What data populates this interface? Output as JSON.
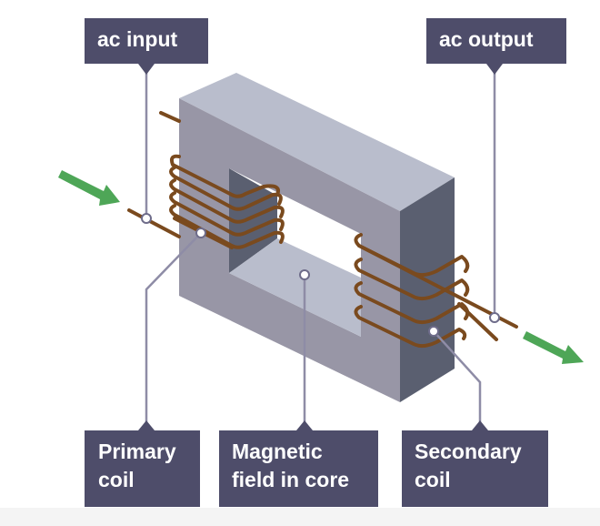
{
  "title": "Transformer diagram",
  "labels": {
    "ac_input": "ac input",
    "ac_output": "ac output",
    "primary_coil": "Primary\ncoil",
    "magnetic_field": "Magnetic\nfield in core",
    "secondary_coil": "Secondary\ncoil"
  },
  "colors": {
    "label_bg": "#4e4d6a",
    "label_text": "#ffffff",
    "core_top": "#b9bdcc",
    "core_front": "#9896a6",
    "core_side": "#5a5f70",
    "coil_wire": "#7a4a1e",
    "arrow": "#4ea657",
    "leader_line": "#8e8ca6"
  },
  "components": {
    "primary_coil_turns": 5,
    "secondary_coil_turns": 4
  }
}
